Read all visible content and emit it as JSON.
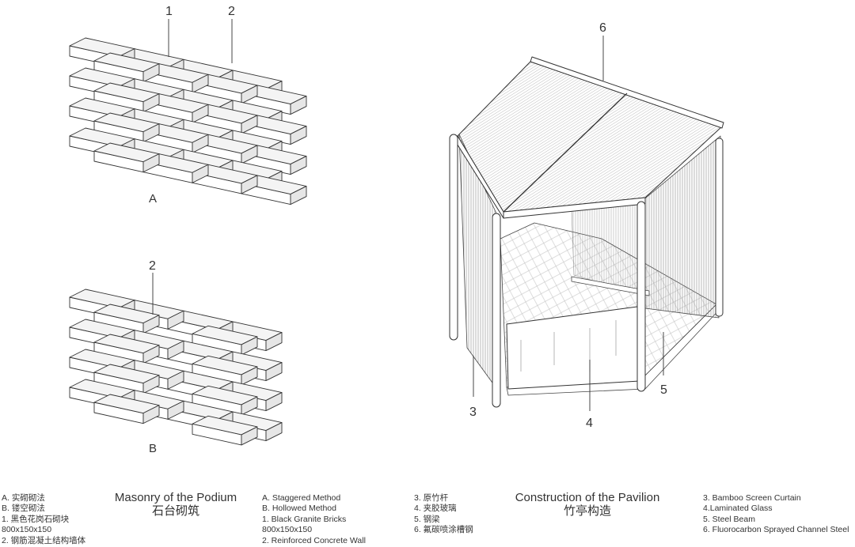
{
  "callouts": {
    "wall_a_label_1": "1",
    "wall_a_label_2": "2",
    "wall_a_caption": "A",
    "wall_b_label_2": "2",
    "wall_b_caption": "B",
    "pavilion_label_6": "6",
    "pavilion_label_3": "3",
    "pavilion_label_4": "4",
    "pavilion_label_5": "5"
  },
  "masonry": {
    "title_en": "Masonry of the Podium",
    "title_cn": "石台砌筑",
    "legend_cn": [
      "A. 实砌砌法",
      "B. 镂空砌法",
      "1. 黑色花岗石砌块",
      "800x150x150",
      "2. 钢筋混凝土结构墙体"
    ],
    "legend_en": [
      "A. Staggered Method",
      "B. Hollowed Method",
      "1. Black Granite Bricks",
      "800x150x150",
      "2. Reinforced Concrete Wall"
    ]
  },
  "pavilion": {
    "title_en": "Construction of the Pavilion",
    "title_cn": "竹亭构造",
    "legend_cn": [
      "3. 原竹杆",
      "4. 夹胶玻璃",
      "5. 钢梁",
      "6. 氟碳喷涂槽钢"
    ],
    "legend_en": [
      "3. Bamboo Screen Curtain",
      "4.Laminated Glass",
      "5. Steel Beam",
      "6. Fluorocarbon Sprayed Channel Steel"
    ]
  }
}
